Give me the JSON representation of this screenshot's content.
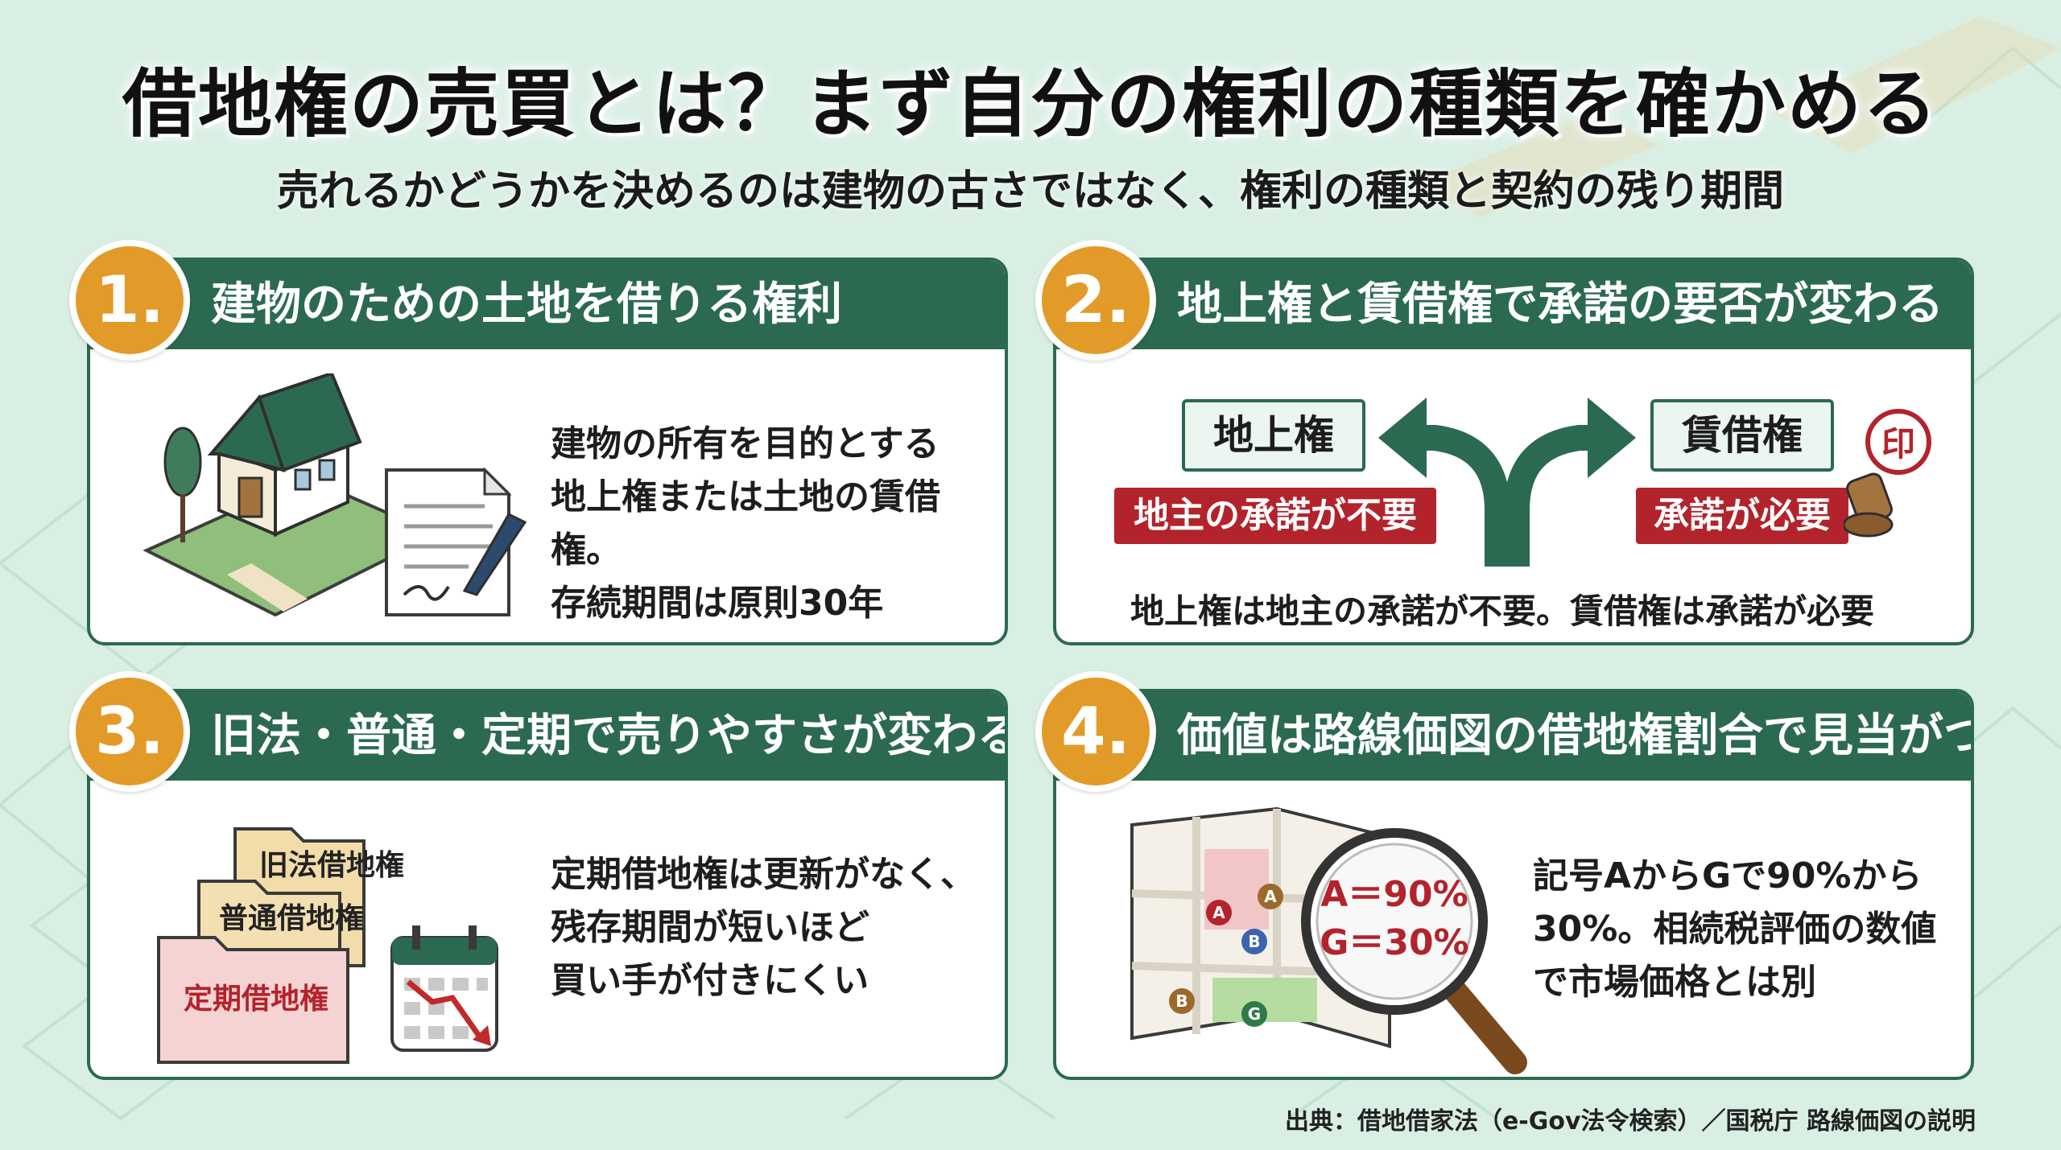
{
  "header": {
    "title": "借地権の売買とは？まず自分の権利の種類を確かめる",
    "subtitle": "売れるかどうかを決めるのは建物の古さではなく、権利の種類と契約の残り期間"
  },
  "cards": [
    {
      "number": "1.",
      "heading": "建物のための土地を借りる権利",
      "lines": [
        "建物の所有を目的とする",
        "地上権または土地の賃借権。",
        "存続期間は原則30年"
      ]
    },
    {
      "number": "2.",
      "heading": "地上権と賃借権で承諾の要否が変わる",
      "left_box": "地上権",
      "left_tag": "地主の承諾が不要",
      "right_box": "賃借権",
      "right_tag": "承諾が必要",
      "stamp": "印",
      "summary": "地上権は地主の承諾が不要。賃借権は承諾が必要"
    },
    {
      "number": "3.",
      "heading": "旧法・普通・定期で売りやすさが変わる",
      "folders": [
        "旧法借地権",
        "普通借地権",
        "定期借地権"
      ],
      "lines": [
        "定期借地権は更新がなく、",
        "残存期間が短いほど",
        "買い手が付きにくい"
      ]
    },
    {
      "number": "4.",
      "heading": "価値は路線価図の借地権割合で見当がつく",
      "map_markers": [
        "A",
        "A",
        "B",
        "B",
        "G"
      ],
      "lens_lines": [
        "A＝90%",
        "G＝30%"
      ],
      "lines": [
        "記号AからGで90%から",
        "30%。相続税評価の数値",
        "で市場価格とは別"
      ]
    }
  ],
  "source": "出典：借地借家法（e-Gov法令検索）／国税庁 路線価図の説明",
  "colors": {
    "background": "#d9efe4",
    "accent_green": "#2b6a51",
    "badge_orange": "#e29a28",
    "tag_red": "#b3232c"
  }
}
